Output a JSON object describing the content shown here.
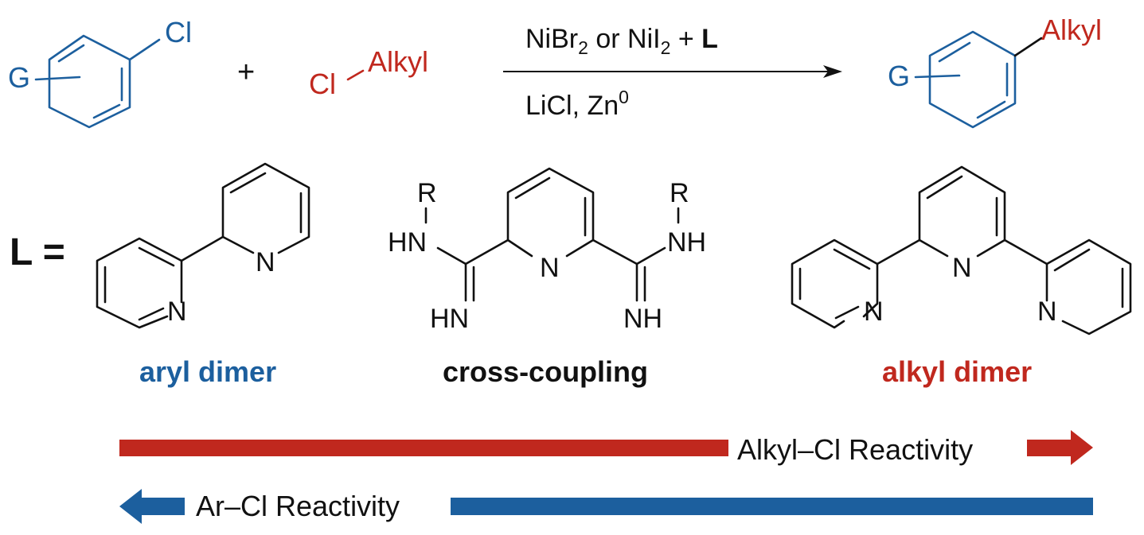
{
  "colors": {
    "blue": "#1c5f9e",
    "red": "#c0281e",
    "black": "#111111"
  },
  "reaction": {
    "aryl_substituent": "G",
    "aryl_leaving_group": "Cl",
    "plus": "+",
    "alkyl_leaving_group": "Cl",
    "alkyl_group": "Alkyl",
    "conditions_top": {
      "nibr": "NiBr",
      "nibr_sub": "2",
      "mid": " or NiI",
      "nii_sub": "2",
      "plus_text": " + ",
      "ligand": "L"
    },
    "conditions_bottom": {
      "licl_zn": "LiCl, Zn",
      "zn_sup": "0"
    },
    "product_substituent": "G",
    "product_group": "Alkyl"
  },
  "ligands": {
    "label": "L =",
    "bipyridine": {
      "n1": "N",
      "n2": "N",
      "caption": "aryl dimer"
    },
    "amidine": {
      "r_left": "R",
      "hn_left": "HN",
      "imine_left": "HN",
      "r_right": "R",
      "nh_right": "NH",
      "imine_right": "NH",
      "n_center": "N",
      "caption": "cross-coupling"
    },
    "terpyridine": {
      "n_left": "N",
      "n_center": "N",
      "n_right": "N",
      "caption": "alkyl dimer"
    }
  },
  "reactivity": {
    "alkyl_label": "Alkyl–Cl Reactivity",
    "aryl_label": "Ar–Cl Reactivity"
  }
}
